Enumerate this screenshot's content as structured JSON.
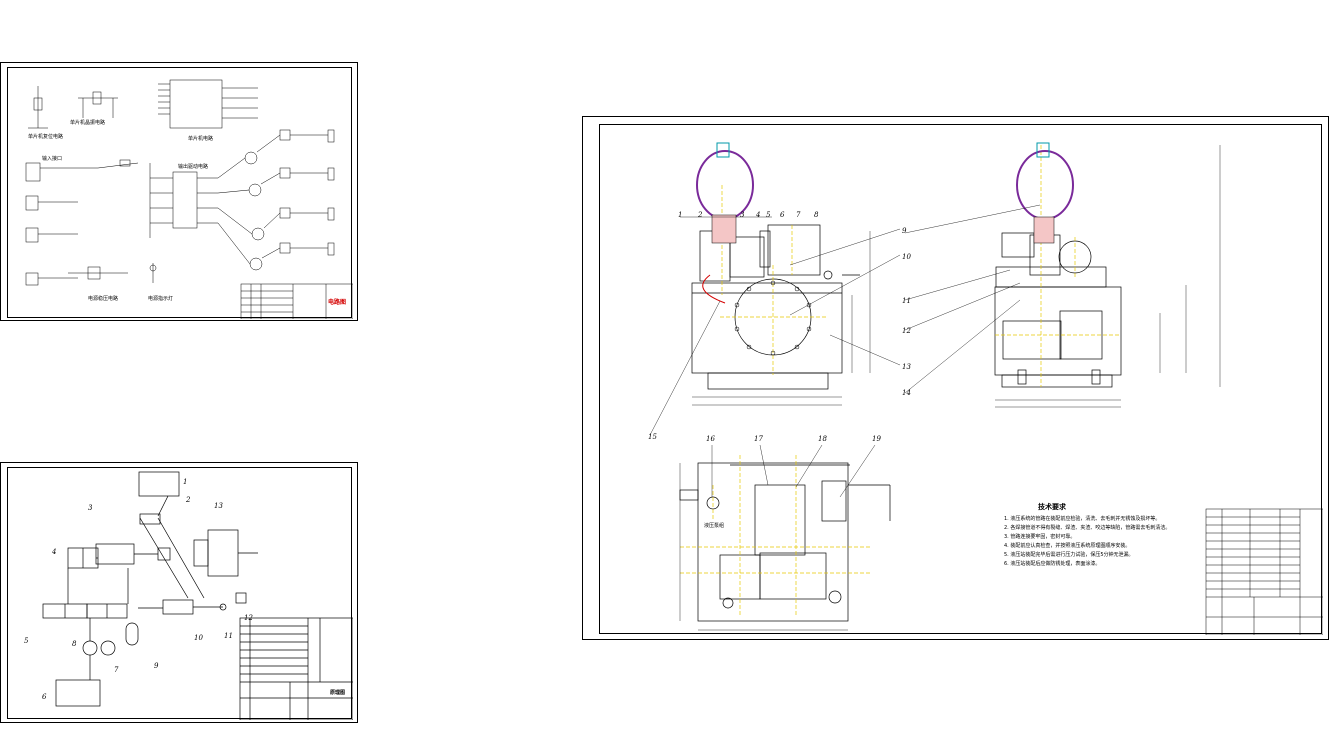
{
  "sheets": {
    "circuit": {
      "title": "电路图",
      "blocks": [
        "单片机复位电路",
        "单片机晶振电路",
        "单片机电路",
        "输入接口",
        "输出驱动电路",
        "电源稳压电路",
        "电源指示灯"
      ]
    },
    "schematic": {
      "title": "原理图",
      "part_numbers": [
        "1",
        "2",
        "3",
        "4",
        "5",
        "6",
        "7",
        "8",
        "9",
        "10",
        "11",
        "12",
        "13"
      ]
    },
    "assembly": {
      "tech_title": "技术要求",
      "tech_lines": [
        "1. 液压系统的管路在装配前应检验，清洗、去毛刺并无锈蚀及损坏等。",
        "2. 各焊接管道不得有裂缝、焊渣、夹渣、咬边等缺陷，管路需去毛刺清洁。",
        "3. 管路连接要牢固，密封可靠。",
        "4. 装配前应认真检查，并按照液压系统原理图顺序安装。",
        "5. 液压站装配完毕后需进行压力试验，保压5分钟无泄漏。",
        "6. 液压站装配后应做防锈处理，表面涂漆。"
      ],
      "pump_label": "液压泵组",
      "balloons_front": [
        "1",
        "2",
        "3",
        "4",
        "5",
        "6",
        "7",
        "8"
      ],
      "balloons_side": [
        "9",
        "10",
        "11",
        "12",
        "13",
        "14"
      ],
      "balloons_top": [
        "15",
        "16",
        "17",
        "18",
        "19"
      ]
    }
  }
}
